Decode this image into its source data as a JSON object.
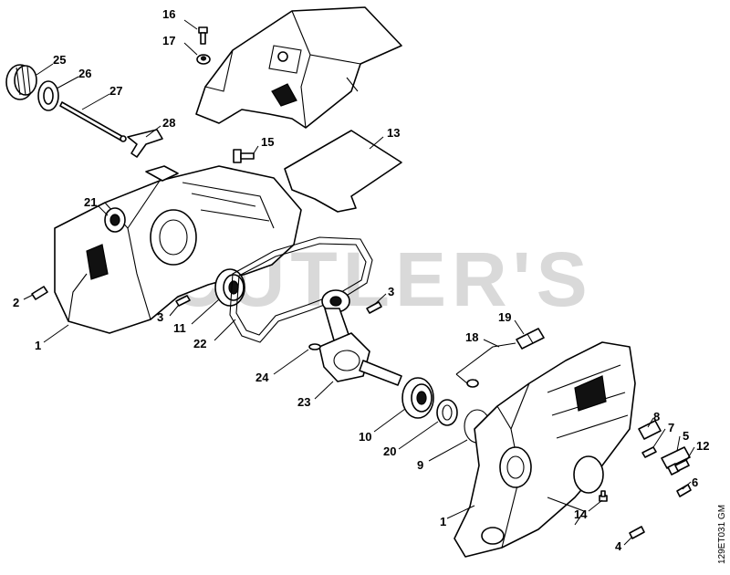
{
  "watermark": "CUTLER'S",
  "drawing_code": "129ET031 GM",
  "callouts": {
    "c16": "16",
    "c17": "17",
    "c25": "25",
    "c26": "26",
    "c27": "27",
    "c28": "28",
    "c15": "15",
    "c13": "13",
    "c21": "21",
    "c2": "2",
    "c1_left": "1",
    "c3_left": "3",
    "c11": "11",
    "c22": "22",
    "c3_right": "3",
    "c19": "19",
    "c18": "18",
    "c24": "24",
    "c23": "23",
    "c10": "10",
    "c20": "20",
    "c9": "9",
    "c8": "8",
    "c7": "7",
    "c5": "5",
    "c12": "12",
    "c6": "6",
    "c14": "14",
    "c1_right": "1",
    "c4": "4"
  }
}
